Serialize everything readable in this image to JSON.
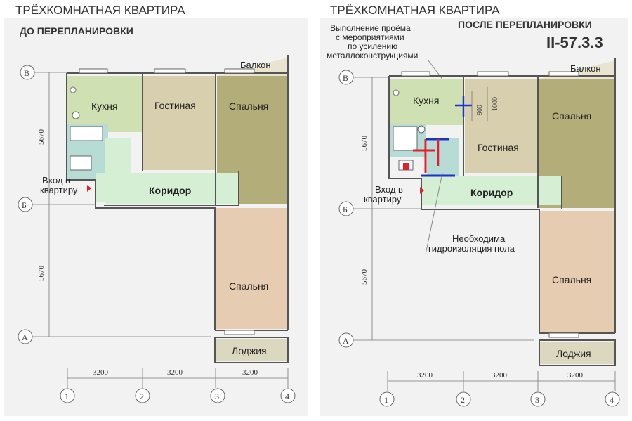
{
  "left": {
    "title": "ТРЁХКОМНАТНАЯ КВАРТИРА",
    "subtitle": "ДО ПЕРЕПЛАНИРОВКИ",
    "rooms": {
      "balcony": "Балкон",
      "kitchen": "Кухня",
      "living": "Гостиная",
      "bedroom_top": "Спальня",
      "corridor": "Коридор",
      "bedroom_bottom": "Спальня",
      "loggia": "Лоджия"
    },
    "entrance": [
      "Вход в",
      "квартиру"
    ],
    "axes_letters": [
      "В",
      "Б",
      "А"
    ],
    "axes_numbers": [
      "1",
      "2",
      "3",
      "4"
    ],
    "dims_h": [
      "3200",
      "3200",
      "3200"
    ],
    "dims_v": [
      "5670",
      "5670"
    ]
  },
  "right": {
    "title": "ТРЁХКОМНАТНАЯ КВАРТИРА",
    "subtitle": "ПОСЛЕ ПЕРЕПЛАНИРОВКИ",
    "series": "II-57.3.3",
    "note_opening": [
      "Выполнение проёма",
      "с мероприятиями",
      "по усилению",
      "металлоконструкциями"
    ],
    "note_waterproof": [
      "Необходима",
      "гидроизоляция пола"
    ],
    "rooms": {
      "balcony": "Балкон",
      "kitchen": "Кухня",
      "living": "Гостиная",
      "bedroom_top": "Спальня",
      "corridor": "Коридор",
      "bedroom_bottom": "Спальня",
      "loggia": "Лоджия"
    },
    "entrance": [
      "Вход в",
      "квартиру"
    ],
    "axes_letters": [
      "В",
      "Б",
      "А"
    ],
    "axes_numbers": [
      "1",
      "2",
      "3",
      "4"
    ],
    "dims_h": [
      "3200",
      "3200",
      "3200"
    ],
    "dims_v": [
      "5670",
      "5670"
    ],
    "dims_opening": [
      "900",
      "1000"
    ]
  },
  "colors": {
    "kitchen": "#cfe0b2",
    "living": "#d8cfae",
    "bedroom_top": "#b3ad7a",
    "corridor": "#d5efd5",
    "bedroom_bottom": "#e6ccb0",
    "loggia": "#dcd8c0",
    "bathroom": "#b7dcd6",
    "background": "#f2f2f2",
    "red_mark": "#e0202a",
    "blue_mark": "#1a33c8"
  }
}
